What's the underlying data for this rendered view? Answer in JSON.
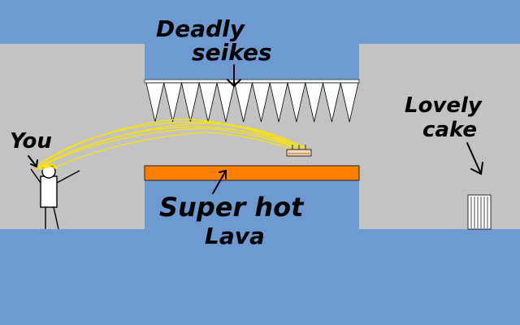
{
  "labels": {
    "spikes": [
      "Deadly",
      "seikes"
    ],
    "you": "You",
    "lava": [
      "Super hot",
      "Lava"
    ],
    "cake": [
      "Lovely",
      "cake"
    ]
  },
  "colors": {
    "sky": "#6d9bd1",
    "wall": "#c3c3c3",
    "lava": "#ff8000",
    "spike": "#ffffff",
    "beam": "#ffe400",
    "outline": "#000000"
  },
  "icons": {
    "player": "stick-figure-icon",
    "cake_small": "cake-icon",
    "cake_goal": "cake-icon"
  }
}
